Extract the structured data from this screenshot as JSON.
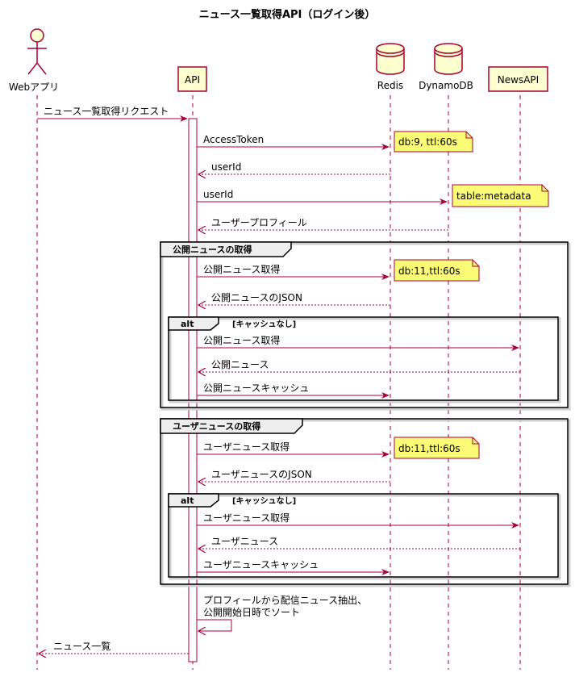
{
  "title": "ニュース一覧取得API（ログイン後）",
  "participants": {
    "webapp": "Webアプリ",
    "api": "API",
    "redis": "Redis",
    "dynamo": "DynamoDB",
    "newsapi": "NewsAPI"
  },
  "messages": {
    "m1": "ニュース一覧取得リクエスト",
    "m2": "AccessToken",
    "m3": "userId",
    "m4": "userId",
    "m5": "ユーザープロフィール",
    "m6": "公開ニュース取得",
    "m7": "公開ニュースのJSON",
    "m8": "公開ニュース取得",
    "m9": "公開ニュース",
    "m10": "公開ニュースキャッシュ",
    "m11": "ユーザニュース取得",
    "m12": "ユーザニュースのJSON",
    "m13": "ユーザニュース取得",
    "m14": "ユーザニュース",
    "m15": "ユーザニュースキャッシュ",
    "m16_line1": "プロフィールから配信ニュース抽出、",
    "m16_line2": "公開開始日時でソート",
    "m17": "ニュース一覧"
  },
  "notes": {
    "n1": "db:9, ttl:60s",
    "n2": "table:metadata",
    "n3": "db:11,ttl:60s",
    "n4": "db:11,ttl:60s"
  },
  "groups": {
    "g1": "公開ニュースの取得",
    "g2": "ユーザニュースの取得",
    "alt1_keyword": "alt",
    "alt1_condition": "[キャッシュなし]",
    "alt2_keyword": "alt",
    "alt2_condition": "[キャッシュなし]"
  },
  "colors": {
    "line": "#a80036",
    "participant_fill": "#fefece",
    "note_fill": "#fbfb77"
  }
}
